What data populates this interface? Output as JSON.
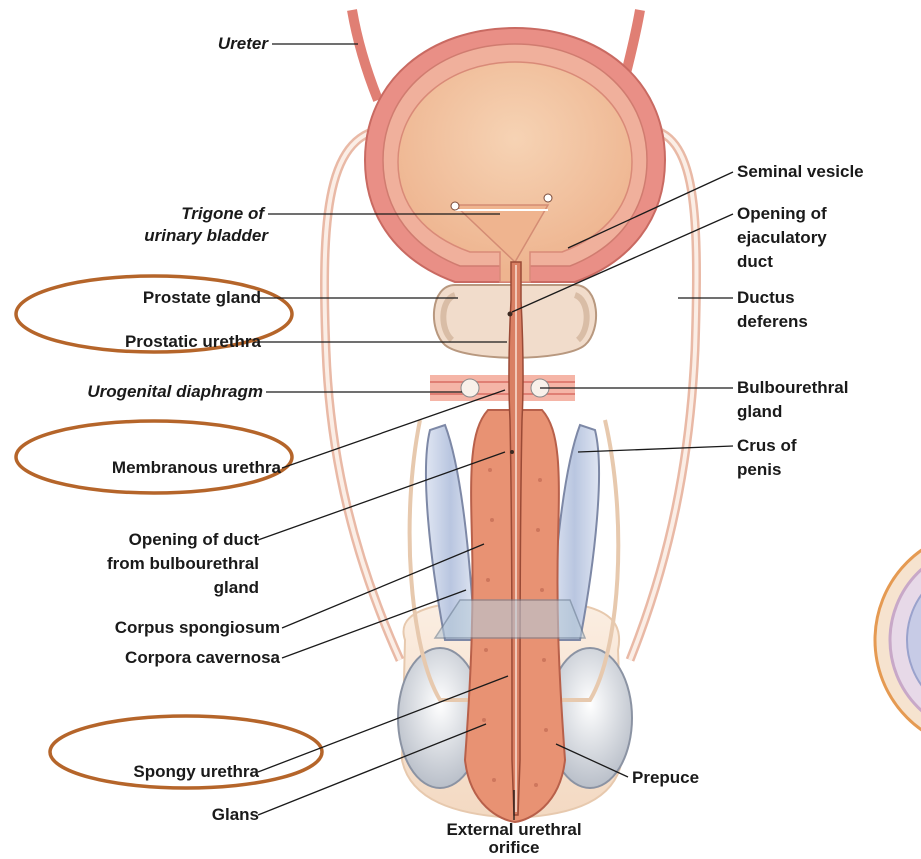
{
  "labels": {
    "ureter": "Ureter",
    "trigone_1": "Trigone of",
    "trigone_2": "urinary bladder",
    "prostate_gland": "Prostate gland",
    "prostatic_urethra": "Prostatic urethra",
    "urogenital_diaphragm": "Urogenital diaphragm",
    "membranous_urethra": "Membranous urethra",
    "opening_duct_1": "Opening of duct",
    "opening_duct_2": "from bulbourethral",
    "opening_duct_3": "gland",
    "corpus_spongiosum": "Corpus spongiosum",
    "corpora_cavernosa": "Corpora cavernosa",
    "spongy_urethra": "Spongy urethra",
    "glans": "Glans",
    "external_orifice_1": "External urethral",
    "external_orifice_2": "orifice",
    "seminal_vesicle": "Seminal vesicle",
    "ejaculatory_1": "Opening of",
    "ejaculatory_2": "ejaculatory",
    "ejaculatory_3": "duct",
    "ductus_1": "Ductus",
    "ductus_2": "deferens",
    "bulbourethral_1": "Bulbourethral",
    "bulbourethral_2": "gland",
    "crus_1": "Crus of",
    "crus_2": "penis",
    "prepuce": "Prepuce"
  },
  "colors": {
    "highlight_ellipse": "#b5652a",
    "bladder_wall": "#e98f86",
    "bladder_lumen": "#f2c3a2",
    "prostate": "#f1dccb",
    "urethra": "#e89273",
    "cavernosa": "#c9d2e6",
    "leader_line": "#1a1a1a"
  },
  "highlighted_labels": [
    "prostate_gland",
    "prostatic_urethra",
    "membranous_urethra",
    "spongy_urethra"
  ]
}
